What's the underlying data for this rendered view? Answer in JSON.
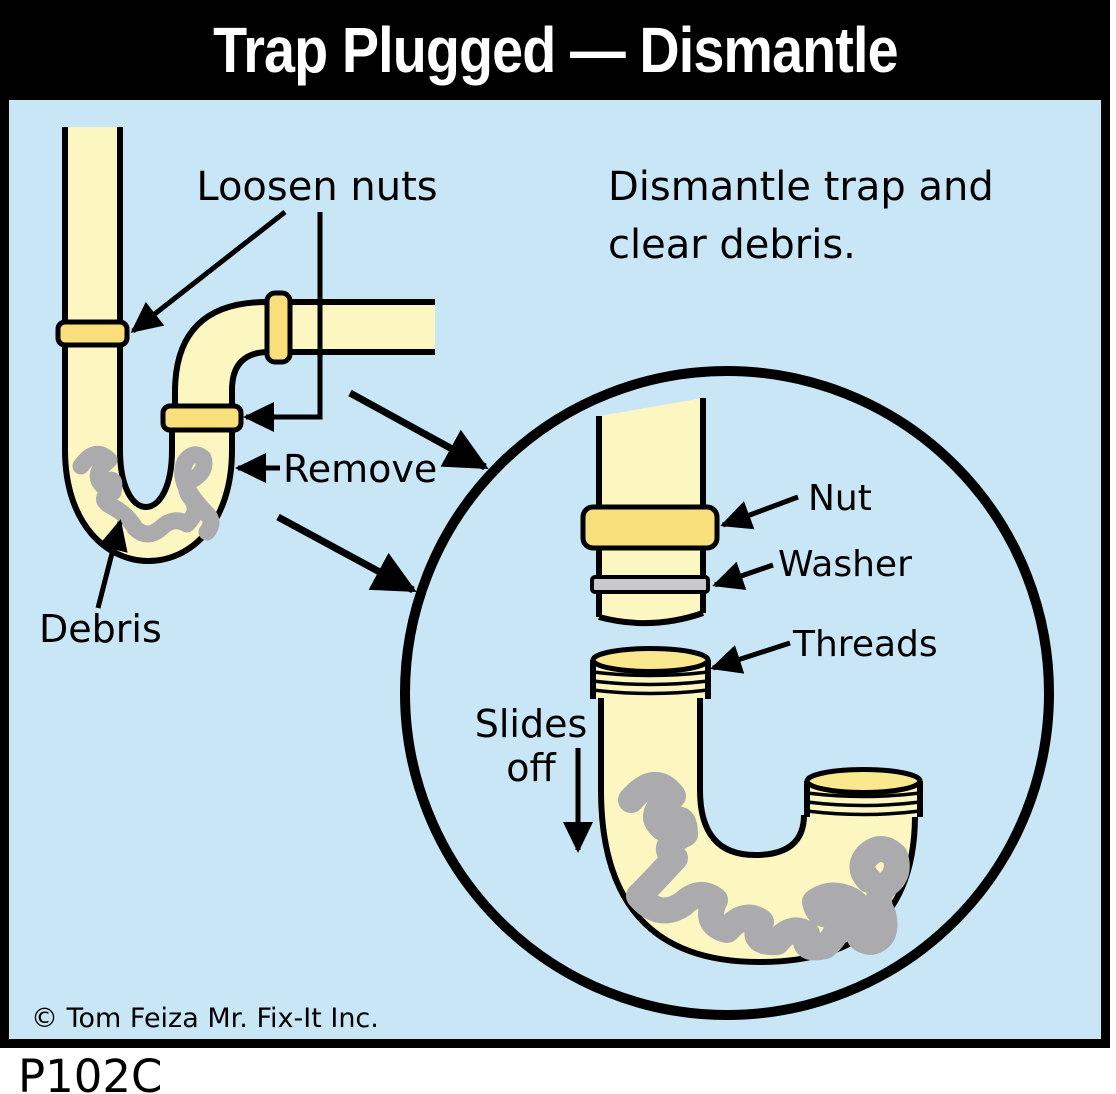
{
  "title": "Trap Plugged — Dismantle",
  "instruction": {
    "line1": "Dismantle trap and",
    "line2": "clear debris."
  },
  "labels": {
    "loosen_nuts": "Loosen nuts",
    "remove": "Remove",
    "debris": "Debris",
    "nut": "Nut",
    "washer": "Washer",
    "threads": "Threads",
    "slides_off_line1": "Slides",
    "slides_off_line2": "off"
  },
  "footer": {
    "copyright": "© Tom Feiza Mr. Fix-It Inc.",
    "code": "P102C"
  },
  "colors": {
    "page-bg": "#FFFFFF",
    "title-bg": "#000000",
    "title-fg": "#FFFFFF",
    "panel-bg": "#C8E6F5",
    "ink": "#000000",
    "pipe-fill": "#FCF6C0",
    "nut-fill": "#F9DF7C",
    "collar-fill": "#FAE88E",
    "washer-fill": "#C9C9CD",
    "debris-fill": "#ABABAD"
  }
}
